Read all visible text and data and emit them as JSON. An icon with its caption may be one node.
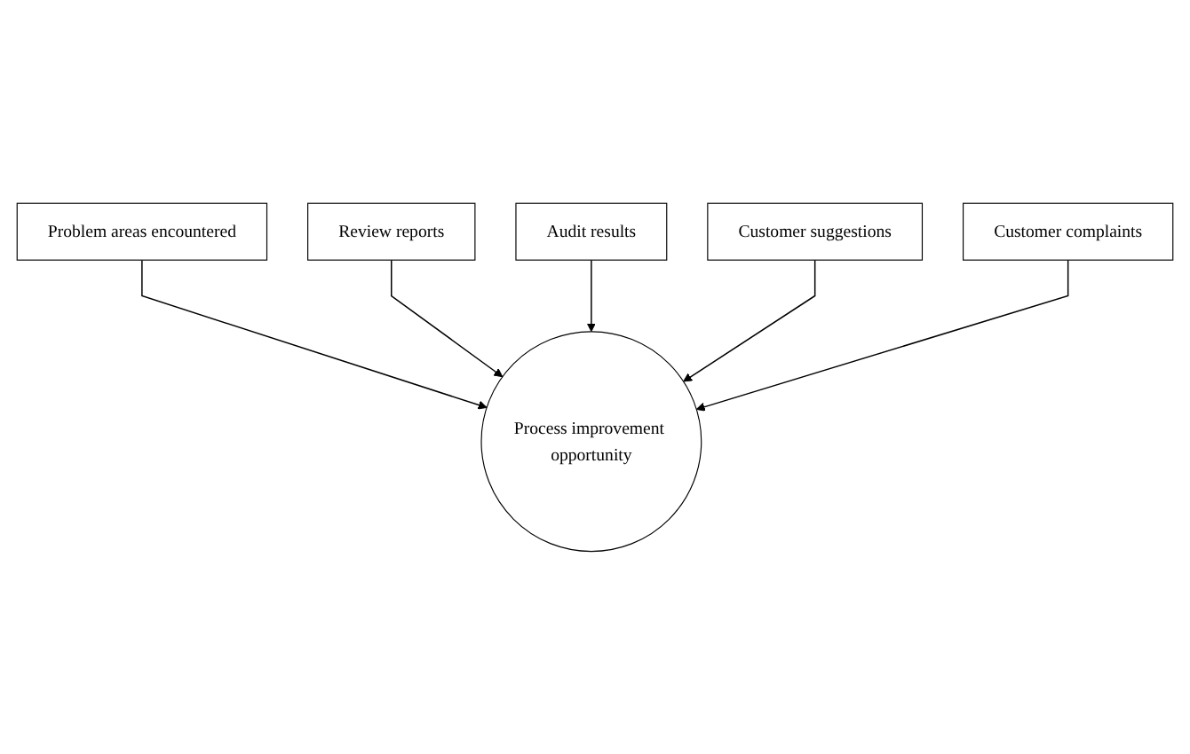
{
  "diagram": {
    "nodes": [
      {
        "text": [
          "Problem areas encountered"
        ]
      },
      {
        "text": [
          "Review reports"
        ]
      },
      {
        "text": [
          "Audit results"
        ]
      },
      {
        "text": [
          "Process improvement opportunity"
        ]
      },
      {
        "text": [
          "Customer suggestions"
        ]
      },
      {
        "text": [
          "Customer complaints"
        ]
      }
    ],
    "edges": [
      {
        "from": 0,
        "to": 3,
        "arrow": "to"
      },
      {
        "from": 1,
        "to": 3,
        "arrow": "to"
      },
      {
        "from": 2,
        "to": 3,
        "arrow": "to"
      },
      {
        "from": 4,
        "to": 3,
        "arrow": "to"
      },
      {
        "from": 5,
        "to": 3,
        "arrow": "to"
      }
    ]
  }
}
